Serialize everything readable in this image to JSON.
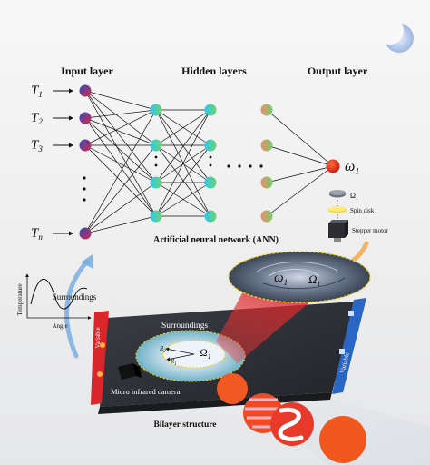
{
  "layers": {
    "input": "Input layer",
    "hidden": "Hidden layers",
    "output": "Output layer"
  },
  "inputs": [
    {
      "sym": "T",
      "sub": "1"
    },
    {
      "sym": "T",
      "sub": "2"
    },
    {
      "sym": "T",
      "sub": "3"
    },
    {
      "sym": "T",
      "sub": "n"
    }
  ],
  "output": {
    "sym": "ω",
    "sub": "1"
  },
  "ann_caption": "Artificial neural network (ANN)",
  "device": {
    "omega_label": {
      "sym": "Ω",
      "sub": "1"
    },
    "spin_disk": "Spin disk",
    "stepper_motor": "Stepper motor"
  },
  "inset_plot": {
    "ylabel": "Temperature",
    "xlabel": "Angle",
    "curve_label": "Surroundings"
  },
  "bilayer": {
    "surroundings": "Surroundings",
    "camera": "Micro infrared camera",
    "caption": "Bilayer structure",
    "left_bar": "Variable",
    "right_bar": "Variable",
    "r2": {
      "sym": "R",
      "sub": "2"
    },
    "r1": {
      "sym": "R",
      "sub": "1"
    },
    "omega": {
      "sym": "Ω",
      "sub": "1"
    }
  },
  "zoom": {
    "omega_small": {
      "sym": "ω",
      "sub": "1"
    },
    "omega_big": {
      "sym": "Ω",
      "sub": "1"
    }
  },
  "colors": {
    "input_node_a": "#2b4fb8",
    "input_node_b": "#e0224a",
    "hidden_node_a": "#2fc7f0",
    "hidden_node_b": "#6bd46b",
    "output_node": "#e8321e",
    "arrow_blue": "#7aaee0",
    "arrow_orange": "#f2a84a",
    "plate": "#2d2f35",
    "bar_red": "#d8262b",
    "bar_blue": "#2a66c4",
    "disk_teal": "#8ec9d6",
    "cone_red": "#d42025"
  }
}
